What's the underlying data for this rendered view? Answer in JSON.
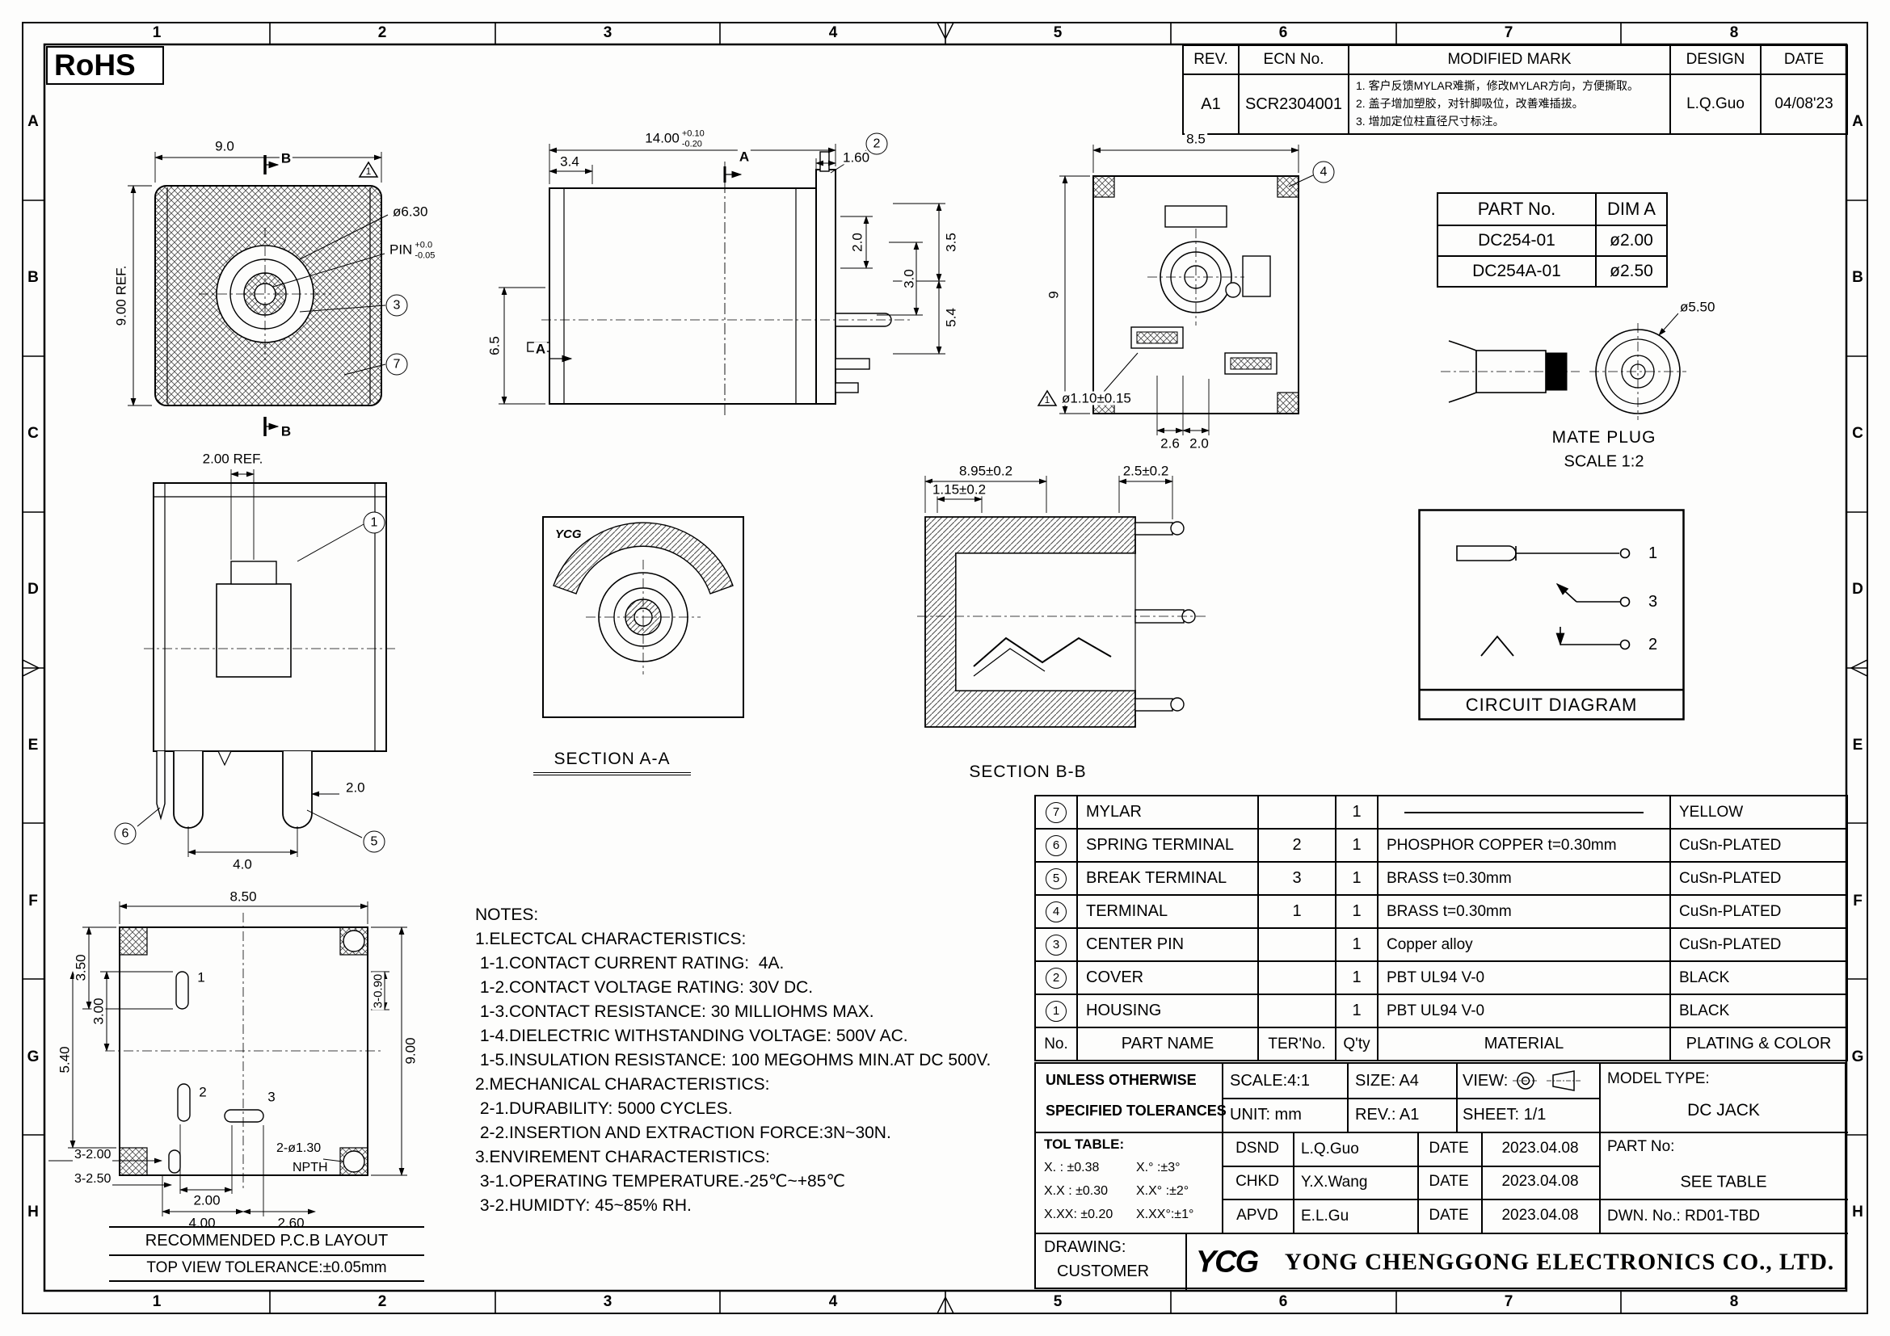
{
  "sheet": {
    "rohs": "RoHS",
    "cols": [
      "1",
      "2",
      "3",
      "4",
      "5",
      "6",
      "7",
      "8"
    ],
    "rows": [
      "A",
      "B",
      "C",
      "D",
      "E",
      "F",
      "G",
      "H"
    ]
  },
  "revision": {
    "h_rev": "REV.",
    "h_ecn": "ECN No.",
    "h_mark": "MODIFIED MARK",
    "h_design": "DESIGN",
    "h_date": "DATE",
    "rev": "A1",
    "ecn": "SCR2304001",
    "mark1": "1. 客户反馈MYLAR难撕，修改MYLAR方向，方便撕取。",
    "mark2": "2. 盖子增加塑胶，对针脚吸位，改善难插拔。",
    "mark3": "3. 增加定位柱直径尺寸标注。",
    "design": "L.Q.Guo",
    "date": "04/08'23"
  },
  "part_table": {
    "h_part": "PART No.",
    "h_dim": "DIM A",
    "rows": [
      {
        "part": "DC254-01",
        "dim": "ø2.00"
      },
      {
        "part": "DC254A-01",
        "dim": "ø2.50"
      }
    ]
  },
  "mate_plug": {
    "dia": "ø5.50",
    "title": "MATE PLUG",
    "scale": "SCALE 1:2"
  },
  "circuit": {
    "title": "CIRCUIT DIAGRAM",
    "pin1": "1",
    "pin3": "3",
    "pin2": "2"
  },
  "views": {
    "top": {
      "dim_w": "9.0",
      "dim_h": "9.00 REF.",
      "sec": "B",
      "dia": "ø6.30",
      "pin": "PIN",
      "pin_tol_top": "+0.0",
      "pin_tol_bot": "-0.05",
      "b3": "3",
      "b7": "7",
      "flag": "1"
    },
    "side": {
      "dim_w": "14.00",
      "tol_top": "+0.10",
      "tol_bot": "-0.20",
      "d34": "3.4",
      "d160": "1.60",
      "b2": "2",
      "sec": "A",
      "d20": "2.0",
      "d35": "3.5",
      "d30": "3.0",
      "d54": "5.4",
      "d65": "6.5"
    },
    "rear": {
      "d85": "8.5",
      "d9": "9",
      "b4": "4",
      "d26": "2.6",
      "d20": "2.0",
      "dia": "ø1.10±0.15",
      "flag": "1"
    },
    "front": {
      "dim": "2.00 REF.",
      "b1": "1",
      "b6": "6",
      "b5": "5",
      "d40": "4.0",
      "d20": "2.0"
    },
    "sec_a": {
      "label": "SECTION A-A",
      "logo": "YCG"
    },
    "sec_b": {
      "label": "SECTION B-B",
      "d895": "8.95±0.2",
      "d115": "1.15±0.2",
      "d25": "2.5±0.2"
    }
  },
  "pcb": {
    "title": "RECOMMENDED P.C.B LAYOUT",
    "tol": "TOP VIEW TOLERANCE:±0.05mm",
    "d850": "8.50",
    "d350": "3.50",
    "d300": "3.00",
    "d540": "5.40",
    "d900": "9.00",
    "d090": "3-0.90",
    "d3200": "3-2.00",
    "d3250": "3-2.50",
    "d200": "2.00",
    "d400": "4.00",
    "d260": "2.60",
    "d130": "2-ø1.30",
    "npth": "NPTH",
    "p1": "1",
    "p2": "2",
    "p3": "3"
  },
  "notes": {
    "lines": [
      "NOTES:",
      "1.ELECTCAL CHARACTERISTICS:",
      " 1-1.CONTACT CURRENT RATING:  4A.",
      " 1-2.CONTACT VOLTAGE RATING: 30V DC.",
      " 1-3.CONTACT RESISTANCE: 30 MILLIOHMS MAX.",
      " 1-4.DIELECTRIC WITHSTANDING VOLTAGE: 500V AC.",
      " 1-5.INSULATION RESISTANCE: 100 MEGOHMS MIN.AT DC 500V.",
      "2.MECHANICAL CHARACTERISTICS:",
      " 2-1.DURABILITY: 5000 CYCLES.",
      " 2-2.INSERTION AND EXTRACTION FORCE:3N~30N.",
      "3.ENVIREMENT CHARACTERISTICS:",
      " 3-1.OPERATING TEMPERATURE.-25℃~+85℃",
      " 3-2.HUMIDTY: 45~85% RH."
    ]
  },
  "bom": {
    "h_no": "No.",
    "h_name": "PART NAME",
    "h_ter": "TER'No.",
    "h_qty": "Q'ty",
    "h_mat": "MATERIAL",
    "h_plate": "PLATING & COLOR",
    "rows": [
      {
        "no": "7",
        "name": "MYLAR",
        "ter": "",
        "qty": "1",
        "mat": "",
        "plate": "YELLOW"
      },
      {
        "no": "6",
        "name": "SPRING TERMINAL",
        "ter": "2",
        "qty": "1",
        "mat": "PHOSPHOR COPPER t=0.30mm",
        "plate": "CuSn-PLATED"
      },
      {
        "no": "5",
        "name": "BREAK TERMINAL",
        "ter": "3",
        "qty": "1",
        "mat": "BRASS t=0.30mm",
        "plate": "CuSn-PLATED"
      },
      {
        "no": "4",
        "name": "TERMINAL",
        "ter": "1",
        "qty": "1",
        "mat": "BRASS t=0.30mm",
        "plate": "CuSn-PLATED"
      },
      {
        "no": "3",
        "name": "CENTER PIN",
        "ter": "",
        "qty": "1",
        "mat": "Copper alloy",
        "plate": "CuSn-PLATED"
      },
      {
        "no": "2",
        "name": "COVER",
        "ter": "",
        "qty": "1",
        "mat": "PBT UL94 V-0",
        "plate": "BLACK"
      },
      {
        "no": "1",
        "name": "HOUSING",
        "ter": "",
        "qty": "1",
        "mat": "PBT UL94 V-0",
        "plate": "BLACK"
      }
    ]
  },
  "title_block": {
    "unless1": "UNLESS OTHERWISE",
    "unless2": "SPECIFIED TOLERANCES",
    "scale": "SCALE:4:1",
    "size": "SIZE:  A4",
    "view": "VIEW:",
    "unit": "UNIT:  mm",
    "rev": "REV.:  A1",
    "sheet": "SHEET:  1/1",
    "model_label": "MODEL TYPE:",
    "model_value": "DC JACK",
    "tol_title": "TOL TABLE:",
    "tol1a": "X.  : ±0.38",
    "tol1b": "X.°  :±3°",
    "tol2a": "X.X : ±0.30",
    "tol2b": "X.X° :±2°",
    "tol3a": "X.XX: ±0.20",
    "tol3b": "X.XX°:±1°",
    "dsnd_label": "DSND",
    "dsnd_name": "L.Q.Guo",
    "dsnd_date_label": "DATE",
    "dsnd_date": "2023.04.08",
    "chkd_label": "CHKD",
    "chkd_name": "Y.X.Wang",
    "chkd_date_label": "DATE",
    "chkd_date": "2023.04.08",
    "apvd_label": "APVD",
    "apvd_name": "E.L.Gu",
    "apvd_date_label": "DATE",
    "apvd_date": "2023.04.08",
    "part_no_label": "PART No:",
    "part_no_value": "SEE TABLE",
    "dwn_no": "DWN. No.: RD01-TBD",
    "drawing_label": "DRAWING:",
    "drawing_value": "CUSTOMER",
    "logo": "YCG",
    "company": "YONG CHENGGONG ELECTRONICS CO., LTD."
  }
}
